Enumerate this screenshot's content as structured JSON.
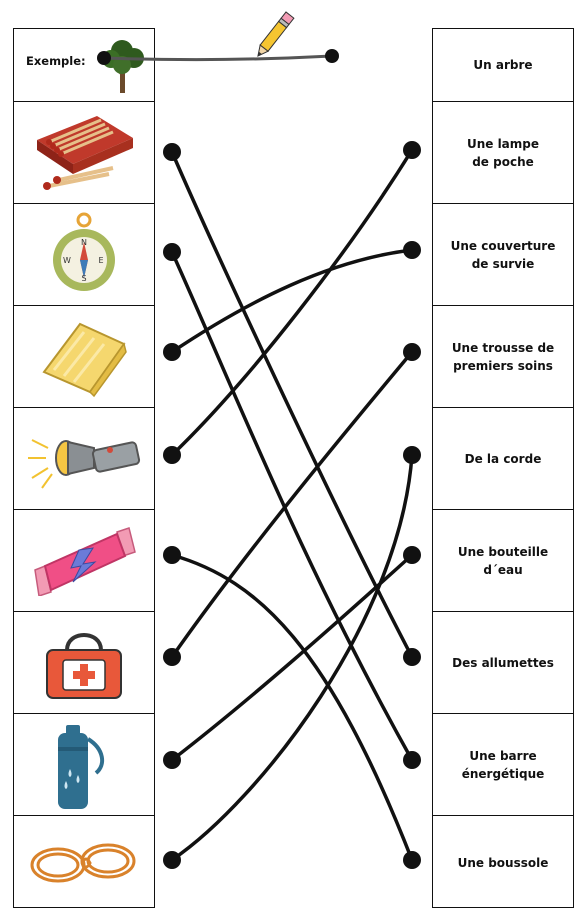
{
  "example": {
    "label": "Exemple:"
  },
  "left_items": [
    {
      "icon": "tree-icon"
    },
    {
      "icon": "matchbox-icon"
    },
    {
      "icon": "compass-icon",
      "letters": [
        "N",
        "S",
        "W",
        "E"
      ]
    },
    {
      "icon": "emergency-blanket-icon"
    },
    {
      "icon": "flashlight-icon"
    },
    {
      "icon": "energy-bar-icon"
    },
    {
      "icon": "first-aid-kit-icon"
    },
    {
      "icon": "water-bottle-icon"
    },
    {
      "icon": "rope-icon"
    }
  ],
  "right_items": [
    {
      "label": "Un arbre"
    },
    {
      "label": "Une lampe\nde poche"
    },
    {
      "label": "Une couverture\nde survie"
    },
    {
      "label": "Une trousse de\npremiers soins"
    },
    {
      "label": "De la corde"
    },
    {
      "label": "Une bouteille\nd´eau"
    },
    {
      "label": "Des allumettes"
    },
    {
      "label": "Une barre\nénergétique"
    },
    {
      "label": "Une boussole"
    }
  ],
  "colors": {
    "line": "#111111",
    "example_line": "#555555"
  }
}
